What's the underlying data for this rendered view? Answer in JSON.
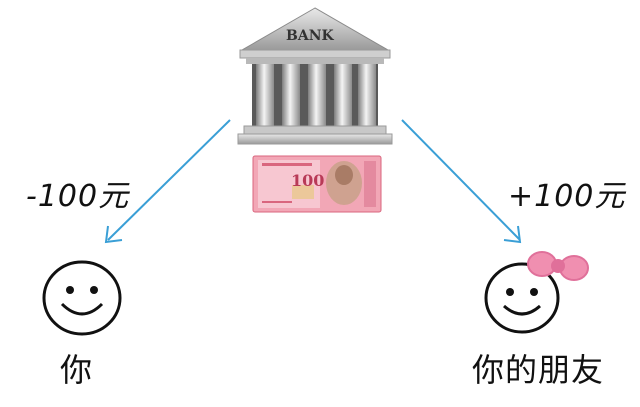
{
  "bank": {
    "sign": "BANK",
    "icon": "bank-building-icon"
  },
  "banknote": {
    "icon": "rmb-100-banknote-icon",
    "denomination": "100",
    "colors": {
      "note": "#f2a7b6",
      "note_dark": "#d9667e",
      "portrait": "#c9a18a"
    }
  },
  "left": {
    "amount": "-100元",
    "person": "你",
    "face_icon": "smiley-face-icon"
  },
  "right": {
    "amount": "+100元",
    "person": "你的朋友",
    "face_icon": "smiley-face-with-bow-icon"
  },
  "colors": {
    "arrow": "#3a9fd6",
    "bow": "#f08fb0",
    "bow_dark": "#e0709a",
    "ink": "#111111"
  }
}
